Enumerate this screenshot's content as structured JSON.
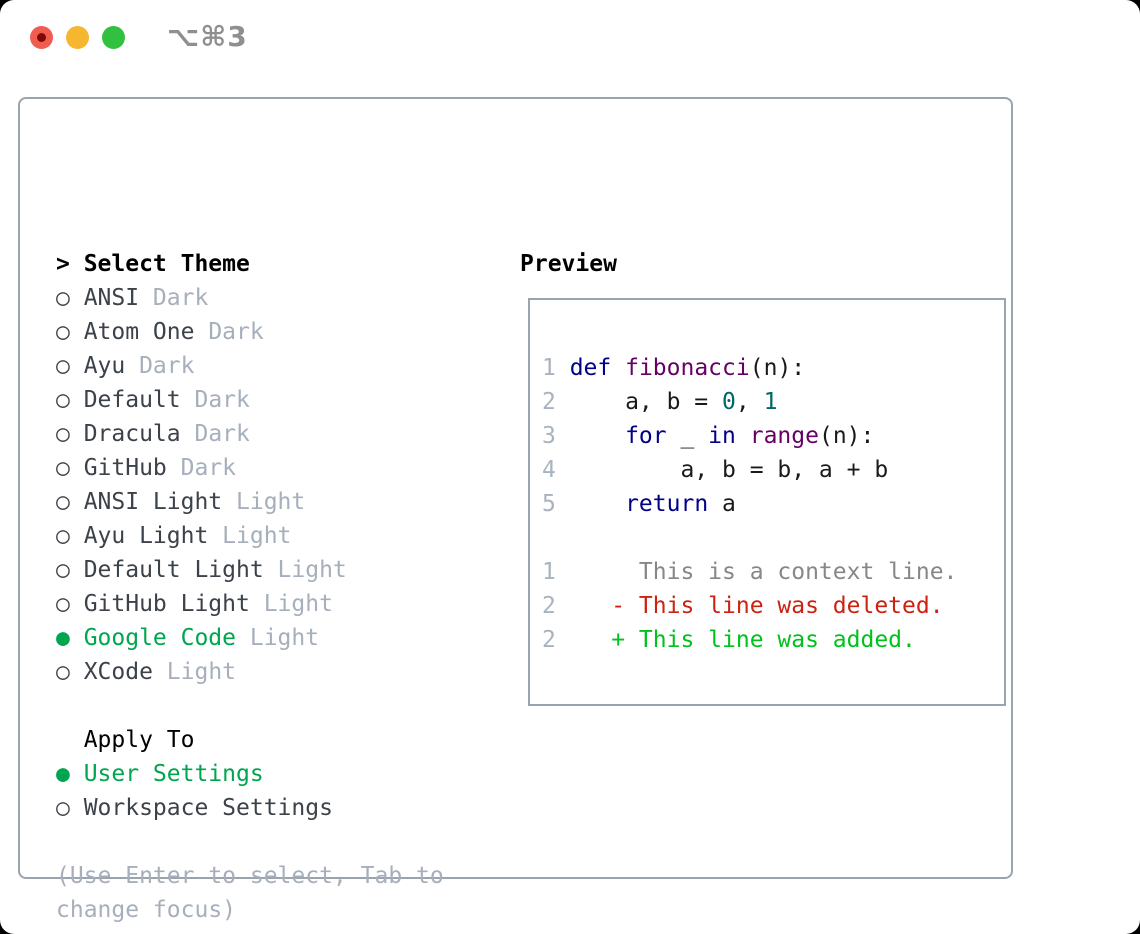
{
  "window": {
    "shortcut_label": "⌥⌘3"
  },
  "theme_panel": {
    "title_marker": ">",
    "title": "Select Theme",
    "items": [
      {
        "name": "ANSI",
        "variant": "Dark",
        "selected": false
      },
      {
        "name": "Atom One",
        "variant": "Dark",
        "selected": false
      },
      {
        "name": "Ayu",
        "variant": "Dark",
        "selected": false
      },
      {
        "name": "Default",
        "variant": "Dark",
        "selected": false
      },
      {
        "name": "Dracula",
        "variant": "Dark",
        "selected": false
      },
      {
        "name": "GitHub",
        "variant": "Dark",
        "selected": false
      },
      {
        "name": "ANSI Light",
        "variant": "Light",
        "selected": false
      },
      {
        "name": "Ayu Light",
        "variant": "Light",
        "selected": false
      },
      {
        "name": "Default Light",
        "variant": "Light",
        "selected": false
      },
      {
        "name": "GitHub Light",
        "variant": "Light",
        "selected": false
      },
      {
        "name": "Google Code",
        "variant": "Light",
        "selected": true
      },
      {
        "name": "XCode",
        "variant": "Light",
        "selected": false
      }
    ],
    "radio_unselected": "○",
    "radio_selected": "●",
    "apply_to": {
      "title": "Apply To",
      "options": [
        {
          "label": "User Settings",
          "selected": true
        },
        {
          "label": "Workspace Settings",
          "selected": false
        }
      ]
    },
    "help_lines": [
      "(Use Enter to select, Tab to",
      "change focus)"
    ]
  },
  "preview": {
    "title": "Preview",
    "code_lines": [
      {
        "num": "1",
        "segments": [
          {
            "text": "def",
            "style": "keyword"
          },
          {
            "text": " ",
            "style": "plain"
          },
          {
            "text": "fibonacci",
            "style": "function"
          },
          {
            "text": "(",
            "style": "plain"
          },
          {
            "text": "n",
            "style": "plain"
          },
          {
            "text": "):",
            "style": "plain"
          }
        ]
      },
      {
        "num": "2",
        "segments": [
          {
            "text": "    a, b = ",
            "style": "plain"
          },
          {
            "text": "0",
            "style": "number"
          },
          {
            "text": ", ",
            "style": "plain"
          },
          {
            "text": "1",
            "style": "number"
          }
        ]
      },
      {
        "num": "3",
        "segments": [
          {
            "text": "    ",
            "style": "plain"
          },
          {
            "text": "for",
            "style": "keyword"
          },
          {
            "text": " _ ",
            "style": "plain"
          },
          {
            "text": "in",
            "style": "keyword"
          },
          {
            "text": " ",
            "style": "plain"
          },
          {
            "text": "range",
            "style": "function"
          },
          {
            "text": "(n):",
            "style": "plain"
          }
        ]
      },
      {
        "num": "4",
        "segments": [
          {
            "text": "        a, b = b, a + b",
            "style": "plain"
          }
        ]
      },
      {
        "num": "5",
        "segments": [
          {
            "text": "    ",
            "style": "plain"
          },
          {
            "text": "return",
            "style": "keyword"
          },
          {
            "text": " a",
            "style": "plain"
          }
        ]
      }
    ],
    "diff_lines": [
      {
        "num": "1",
        "marker": " ",
        "text": "This is a context line.",
        "kind": "context"
      },
      {
        "num": "2",
        "marker": "-",
        "text": "This line was deleted.",
        "kind": "deleted"
      },
      {
        "num": "2",
        "marker": "+",
        "text": "This line was added.",
        "kind": "added"
      }
    ]
  },
  "colors": {
    "accent-green": "#00a550",
    "border": "#9aa4ae",
    "text-dark": "#3c424a",
    "muted": "#a6afbb",
    "ln": "#a9b3bf",
    "kw": "#000088",
    "fn": "#660066",
    "num": "#006666",
    "plain": "#1a1a1a",
    "ctx": "#878787",
    "del": "#cc2211",
    "add": "#00c21c",
    "shortcut": "#8f8f8f",
    "light-red": "#f15b50",
    "light-red-dot": "#7c0b06",
    "light-yellow": "#f6b62f",
    "light-green": "#32c13f"
  }
}
